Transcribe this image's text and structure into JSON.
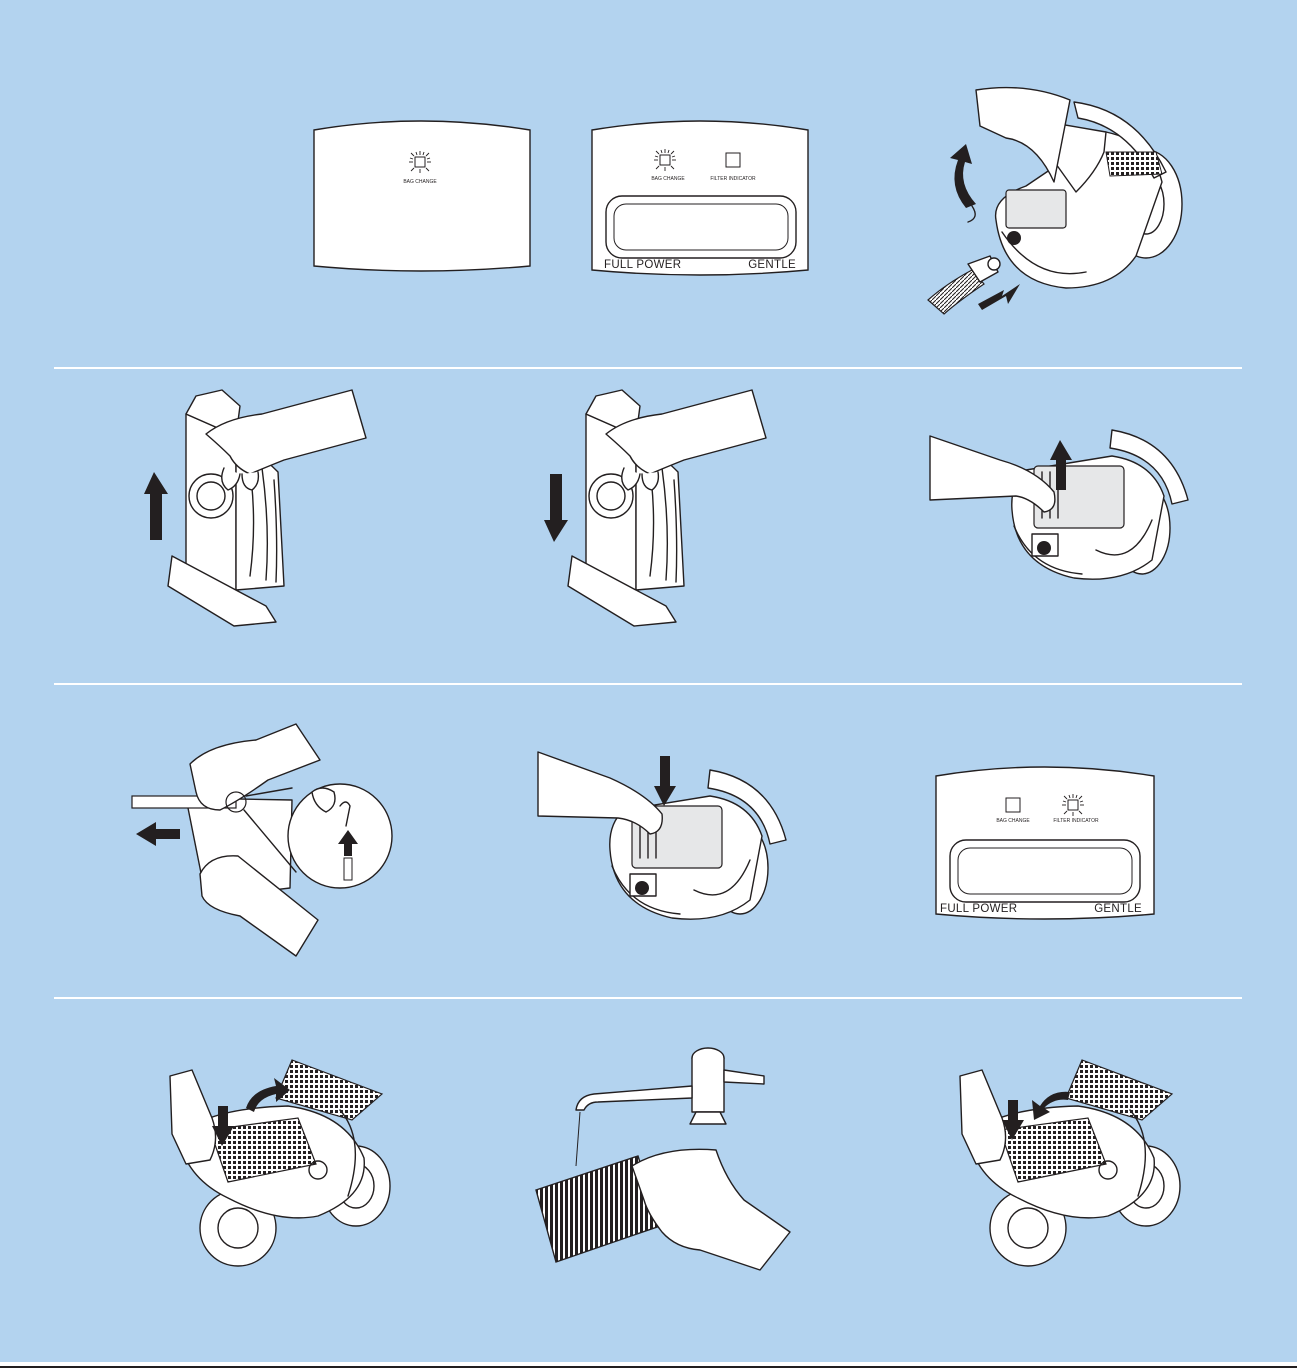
{
  "colors": {
    "background": "#b3d3ef",
    "line": "#231f20",
    "panel": "#ffffff",
    "divider": "#ffffff"
  },
  "panels": {
    "simple": {
      "bag_change": "BAG CHANGE"
    },
    "full": {
      "bag_change": "BAG CHANGE",
      "filter_indicator": "FILTER INDICATOR",
      "left_label": "FULL POWER",
      "right_label": "GENTLE"
    },
    "filter": {
      "bag_change": "BAG CHANGE",
      "filter_indicator": "FILTER INDICATOR",
      "left_label": "FULL POWER",
      "right_label": "GENTLE"
    }
  },
  "icons": [
    "indicator-lit-icon",
    "indicator-unlit-icon",
    "arrow-up-icon",
    "arrow-down-icon",
    "arrow-left-icon",
    "curved-arrow-icon",
    "hand-icon",
    "vacuum-cleaner-icon",
    "dust-bag-icon",
    "filter-icon",
    "water-tap-icon",
    "hose-icon"
  ]
}
